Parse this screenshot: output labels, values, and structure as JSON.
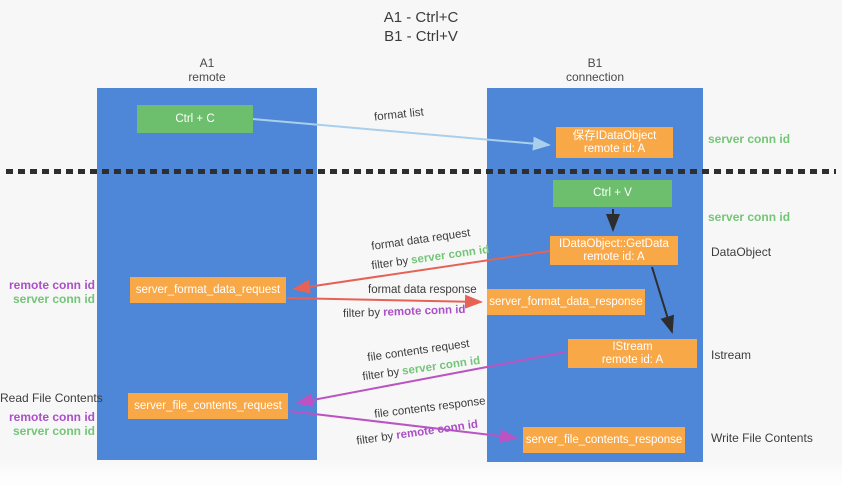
{
  "title": {
    "line1": "A1 - Ctrl+C",
    "line2": "B1 - Ctrl+V"
  },
  "lanes": {
    "left": {
      "name": "A1",
      "subtitle": "remote"
    },
    "right": {
      "name": "B1",
      "subtitle": "connection"
    }
  },
  "nodes": {
    "ctrl_c": {
      "label": "Ctrl + C"
    },
    "ctrl_v": {
      "label": "Ctrl + V"
    },
    "save_idataobject": {
      "line1": "保存IDataObject",
      "line2": "remote id: A"
    },
    "idataobject_getdata": {
      "line1": "IDataObject::GetData",
      "line2": "remote id: A"
    },
    "istream": {
      "line1": "IStream",
      "line2": "remote id: A"
    },
    "server_format_data_request": {
      "label": "server_format_data_request"
    },
    "server_format_data_response": {
      "label": "server_format_data_response"
    },
    "server_file_contents_request": {
      "label": "server_file_contents_request"
    },
    "server_file_contents_response": {
      "label": "server_file_contents_response"
    }
  },
  "arrow_labels": {
    "format_list": "format list",
    "format_data_request": "format data request",
    "format_data_response": "format data response",
    "file_contents_request": "file contents request",
    "file_contents_response": "file contents response",
    "filter_by": "filter by",
    "server_conn_id": "server conn id",
    "remote_conn_id": "remote conn id"
  },
  "side_labels": {
    "left": {
      "remote_conn_id": "remote conn id",
      "server_conn_id": "server conn id",
      "read_file_contents": "Read File Contents"
    },
    "right": {
      "server_conn_id_top": "server conn id",
      "server_conn_id_mid": "server conn id",
      "dataobject": "DataObject",
      "istream": "Istream",
      "write_file_contents": "Write File Contents"
    }
  },
  "colors": {
    "lane_blue": "#4e86d8",
    "node_green": "#6dbf6d",
    "node_orange": "#f9a848",
    "arrow_red": "#e66156",
    "arrow_magenta": "#bb54c2",
    "arrow_lightblue": "#a9cfec",
    "arrow_black": "#2d2d2d",
    "text_green": "#74c578",
    "text_purple": "#ab4fc8",
    "text_dark": "#3d3d3d"
  }
}
